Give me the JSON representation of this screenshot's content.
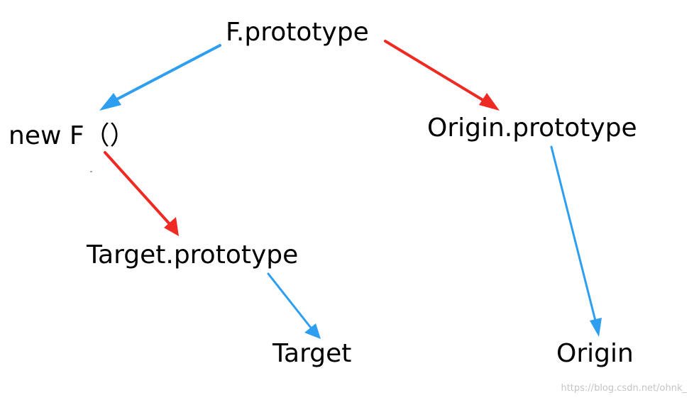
{
  "nodes": {
    "f_prototype": "F.prototype",
    "new_f": "new F（）",
    "origin_prototype": "Origin.prototype",
    "target_prototype": "Target.prototype",
    "target": "Target",
    "origin": "Origin"
  },
  "edges": [
    {
      "from": "f_prototype",
      "to": "new_f",
      "color": "blue"
    },
    {
      "from": "f_prototype",
      "to": "origin_prototype",
      "color": "red"
    },
    {
      "from": "new_f",
      "to": "target_prototype",
      "color": "red"
    },
    {
      "from": "target_prototype",
      "to": "target",
      "color": "blue"
    },
    {
      "from": "origin_prototype",
      "to": "origin",
      "color": "blue"
    }
  ],
  "colors": {
    "blue": "#2d9ef0",
    "red": "#ef2a22",
    "text": "#000000"
  },
  "watermark": "https://blog.csdn.net/ohnk_"
}
